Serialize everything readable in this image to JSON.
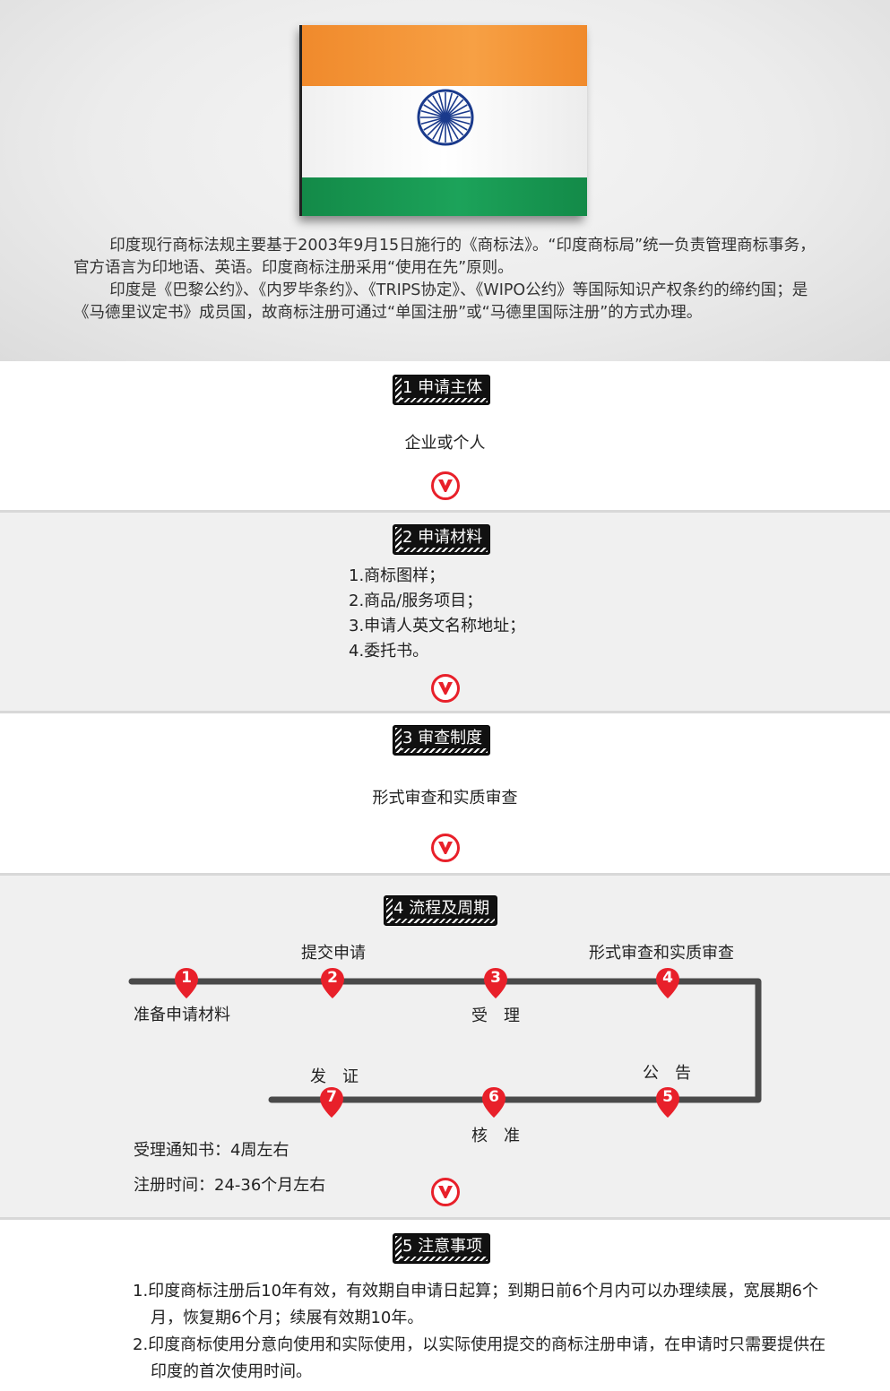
{
  "intro": {
    "paragraph1": "印度现行商标法规主要基于2003年9月15日施行的《商标法》。“印度商标局”统一负责管理商标事务，官方语言为印地语、英语。印度商标注册采用“使用在先”原则。",
    "paragraph2": "印度是《巴黎公约》、《内罗毕条约》、《TRIPS协定》、《WIPO公约》等国际知识产权条约的缔约国；是《马德里议定书》成员国，故商标注册可通过“单国注册”或“马德里国际注册”的方式办理。"
  },
  "flag": {
    "saffron": "#f39436",
    "white": "#ffffff",
    "green": "#16964f",
    "chakra": "#1a3a8c"
  },
  "sections": {
    "s1": {
      "title": "1 申请主体",
      "content": "企业或个人"
    },
    "s2": {
      "title": "2 申请材料",
      "items": [
        "1.商标图样；",
        "2.商品/服务项目；",
        "3.申请人英文名称地址；",
        "4.委托书。"
      ]
    },
    "s3": {
      "title": "3 审查制度",
      "content": "形式审查和实质审查"
    },
    "s4": {
      "title": "4 流程及周期",
      "steps": [
        {
          "num": "1",
          "label": "准备申请材料"
        },
        {
          "num": "2",
          "label": "提交申请"
        },
        {
          "num": "3",
          "label": "受　理"
        },
        {
          "num": "4",
          "label": "形式审查和实质审查"
        },
        {
          "num": "5",
          "label": "公　告"
        },
        {
          "num": "6",
          "label": "核　准"
        },
        {
          "num": "7",
          "label": "发　证"
        }
      ],
      "info1": "受理通知书：4周左右",
      "info2": "注册时间：24-36个月左右"
    },
    "s5": {
      "title": "5 注意事项",
      "items": [
        "1.印度商标注册后10年有效，有效期自申请日起算；到期日前6个月内可以办理续展，宽展期6个月，恢复期6个月；续展有效期10年。",
        "2.印度商标使用分意向使用和实际使用，以实际使用提交的商标注册申请，在申请时只需要提供在印度的首次使用时间。"
      ]
    }
  },
  "colors": {
    "accent_red": "#e8202a",
    "timeline": "#4a4a4a",
    "badge": "#111111"
  }
}
